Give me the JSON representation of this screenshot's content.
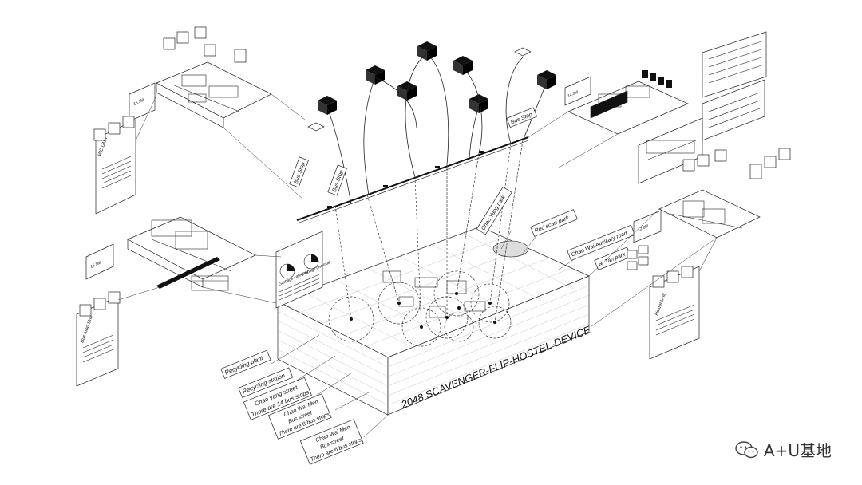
{
  "title": "2048 SCAVENGER-FLIP-HOSTEL-DEVICE",
  "labels": {
    "recycling_plant": "Recycling plant",
    "recycling_station": "Recycling station",
    "chao_yang_street": "Chao yang street",
    "bus_stops_14": "There are 14 bus stops",
    "chao_wai_men_1": "Chao Wai Men",
    "bus_street_1": "Bus street",
    "bus_stops_8": "There are 8 bus stops",
    "chao_wai_men_2": "Chao Wai Men",
    "bus_street_2": "Bus street",
    "bus_stops_6": "There are 6 bus stops",
    "chao_yang_park": "Chao Yang park",
    "red_scarf_park": "Red scarf park",
    "chao_wai_auxiliary_road": "Chao Wai Auxiliary road",
    "ri_tan_park": "Ri Tan park",
    "bus_stop_a": "Bus Stop",
    "bus_stop_b": "Bus Stop",
    "bus_stop_c": "Bus Stop",
    "garbage_category": "Garbage category",
    "garbage_disposal": "Garbage disposal",
    "wc_unit": "WC UNIT",
    "bus_stop_unit": "Bus stop Unit",
    "hostel_unit": "Hostel Unit",
    "unit_a": "16.3M",
    "unit_b": "15.5M",
    "unit_c": "14.2M",
    "unit_d": "12.8M"
  },
  "watermark": "A+U基地",
  "colors": {
    "ink": "#111111",
    "grey": "#bbbbbb",
    "paper": "#ffffff"
  }
}
